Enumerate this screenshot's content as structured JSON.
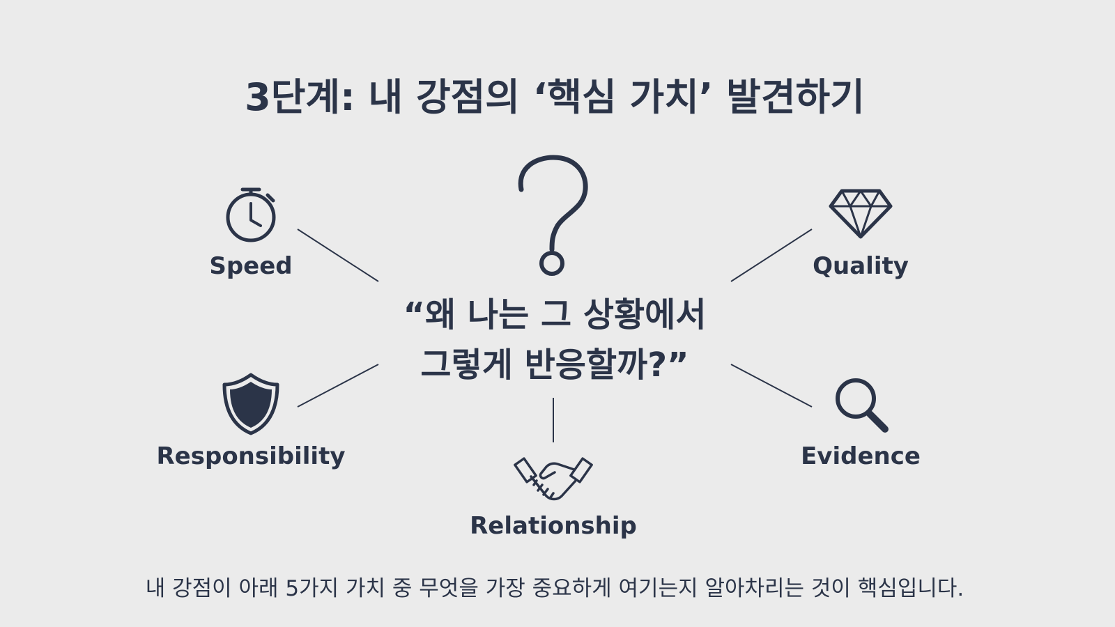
{
  "title": "3단계: 내 강점의 ‘핵심 가치’ 발견하기",
  "center_question": {
    "line1": "“왜 나는 그 상황에서",
    "line2": "그렇게 반응할까?”",
    "icon": "question-mark-icon"
  },
  "values": [
    {
      "label": "Speed",
      "icon": "stopwatch-icon"
    },
    {
      "label": "Quality",
      "icon": "diamond-icon"
    },
    {
      "label": "Responsibility",
      "icon": "shield-icon"
    },
    {
      "label": "Evidence",
      "icon": "magnifier-icon"
    },
    {
      "label": "Relationship",
      "icon": "handshake-icon"
    }
  ],
  "footer": "내 강점이 아래 5가지 가치 중 무엇을 가장 중요하게 여기는지 알아차리는 것이 핵심입니다.",
  "colors": {
    "background": "#ebebeb",
    "text": "#2b3448"
  }
}
